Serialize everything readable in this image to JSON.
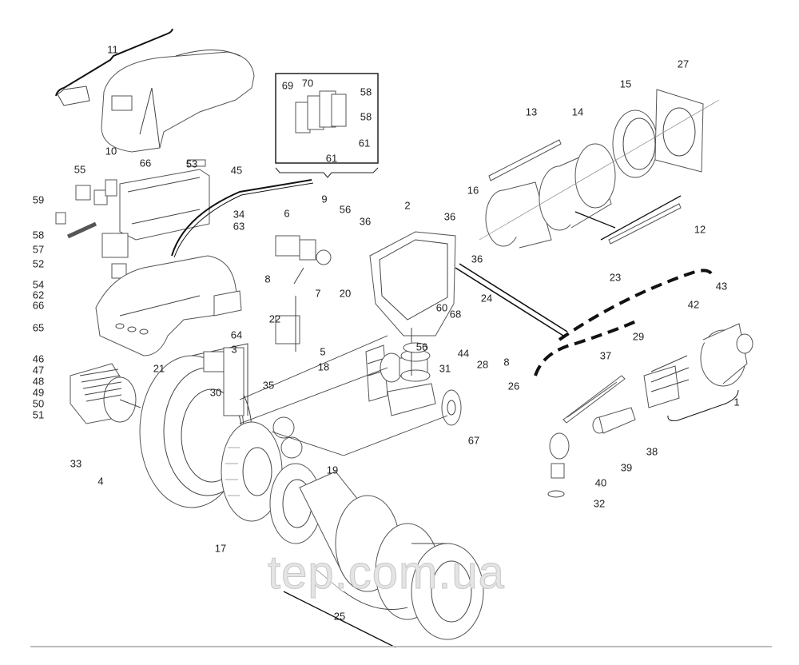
{
  "diagram": {
    "watermark": "tep.com.ua",
    "callouts": [
      {
        "id": "11",
        "label": "11"
      },
      {
        "id": "10",
        "label": "10"
      },
      {
        "id": "55",
        "label": "55"
      },
      {
        "id": "66a",
        "label": "66"
      },
      {
        "id": "53",
        "label": "53"
      },
      {
        "id": "45",
        "label": "45"
      },
      {
        "id": "59",
        "label": "59"
      },
      {
        "id": "58a",
        "label": "58"
      },
      {
        "id": "57",
        "label": "57"
      },
      {
        "id": "52",
        "label": "52"
      },
      {
        "id": "54",
        "label": "54"
      },
      {
        "id": "62",
        "label": "62"
      },
      {
        "id": "66b",
        "label": "66"
      },
      {
        "id": "65",
        "label": "65"
      },
      {
        "id": "46",
        "label": "46"
      },
      {
        "id": "47",
        "label": "47"
      },
      {
        "id": "48",
        "label": "48"
      },
      {
        "id": "49",
        "label": "49"
      },
      {
        "id": "50",
        "label": "50"
      },
      {
        "id": "51",
        "label": "51"
      },
      {
        "id": "33",
        "label": "33"
      },
      {
        "id": "4",
        "label": "4"
      },
      {
        "id": "69",
        "label": "69"
      },
      {
        "id": "70",
        "label": "70"
      },
      {
        "id": "58b",
        "label": "58"
      },
      {
        "id": "58c",
        "label": "58"
      },
      {
        "id": "61a",
        "label": "61"
      },
      {
        "id": "61b",
        "label": "61"
      },
      {
        "id": "34",
        "label": "34"
      },
      {
        "id": "63",
        "label": "63"
      },
      {
        "id": "6",
        "label": "6"
      },
      {
        "id": "9",
        "label": "9"
      },
      {
        "id": "56a",
        "label": "56"
      },
      {
        "id": "36a",
        "label": "36"
      },
      {
        "id": "2",
        "label": "2"
      },
      {
        "id": "36b",
        "label": "36"
      },
      {
        "id": "36c",
        "label": "36"
      },
      {
        "id": "8a",
        "label": "8"
      },
      {
        "id": "7",
        "label": "7"
      },
      {
        "id": "20",
        "label": "20"
      },
      {
        "id": "22",
        "label": "22"
      },
      {
        "id": "64",
        "label": "64"
      },
      {
        "id": "3",
        "label": "3"
      },
      {
        "id": "5",
        "label": "5"
      },
      {
        "id": "21",
        "label": "21"
      },
      {
        "id": "30",
        "label": "30"
      },
      {
        "id": "18",
        "label": "18"
      },
      {
        "id": "56b",
        "label": "56"
      },
      {
        "id": "31",
        "label": "31"
      },
      {
        "id": "60",
        "label": "60"
      },
      {
        "id": "68",
        "label": "68"
      },
      {
        "id": "24",
        "label": "24"
      },
      {
        "id": "44",
        "label": "44"
      },
      {
        "id": "28",
        "label": "28"
      },
      {
        "id": "8b",
        "label": "8"
      },
      {
        "id": "26",
        "label": "26"
      },
      {
        "id": "35",
        "label": "35"
      },
      {
        "id": "19",
        "label": "19"
      },
      {
        "id": "67",
        "label": "67"
      },
      {
        "id": "17",
        "label": "17"
      },
      {
        "id": "25",
        "label": "25"
      },
      {
        "id": "16",
        "label": "16"
      },
      {
        "id": "13",
        "label": "13"
      },
      {
        "id": "14",
        "label": "14"
      },
      {
        "id": "15",
        "label": "15"
      },
      {
        "id": "27",
        "label": "27"
      },
      {
        "id": "12",
        "label": "12"
      },
      {
        "id": "23",
        "label": "23"
      },
      {
        "id": "43",
        "label": "43"
      },
      {
        "id": "42",
        "label": "42"
      },
      {
        "id": "29",
        "label": "29"
      },
      {
        "id": "37",
        "label": "37"
      },
      {
        "id": "1",
        "label": "1"
      },
      {
        "id": "38",
        "label": "38"
      },
      {
        "id": "39",
        "label": "39"
      },
      {
        "id": "40",
        "label": "40"
      },
      {
        "id": "32",
        "label": "32"
      }
    ]
  }
}
